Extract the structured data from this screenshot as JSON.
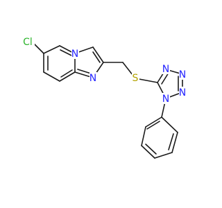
{
  "molecule": {
    "atoms": [
      {
        "id": "Cl",
        "label": "Cl",
        "color": "#2db52d"
      },
      {
        "id": "N_bridge",
        "label": "N",
        "color": "#2424ff"
      },
      {
        "id": "N_imid",
        "label": "N",
        "color": "#2424ff"
      },
      {
        "id": "S",
        "label": "S",
        "color": "#b3a300"
      },
      {
        "id": "N_t4",
        "label": "N",
        "color": "#2424ff"
      },
      {
        "id": "N_t3",
        "label": "N",
        "color": "#2424ff"
      },
      {
        "id": "N_t2",
        "label": "N",
        "color": "#2424ff"
      },
      {
        "id": "N_t1",
        "label": "N",
        "color": "#2424ff"
      }
    ]
  }
}
